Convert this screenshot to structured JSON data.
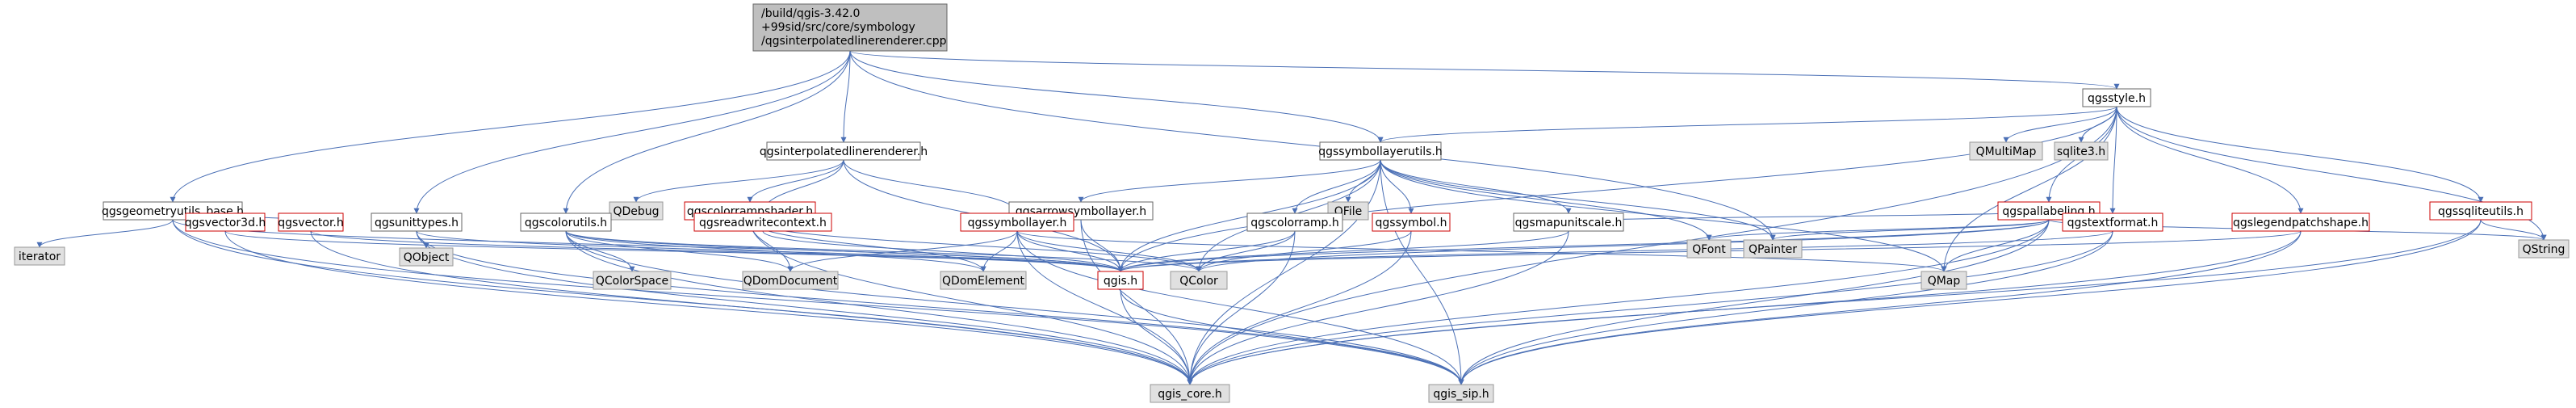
{
  "root": {
    "lines": [
      "/build/qgis-3.42.0",
      "+99sid/src/core/symbology",
      "/qgsinterpolatedlinerenderer.cpp"
    ]
  },
  "colors": {
    "edge": "#4a6fb5",
    "node_fill": "#ffffff",
    "node_border": "#666666",
    "external_fill": "#e0e0e0",
    "external_border": "#999999",
    "truncated_border": "#cc0000",
    "root_fill": "#bfbfbf",
    "text": "#000000"
  },
  "nodes": {
    "n_style": {
      "label": "qgsstyle.h",
      "kind": "normal"
    },
    "n_interp": {
      "label": "qgsinterpolatedlinerenderer.h",
      "kind": "normal"
    },
    "n_symlayerutils": {
      "label": "qgssymbollayerutils.h",
      "kind": "normal"
    },
    "n_geomutils": {
      "label": "qgsgeometryutils_base.h",
      "kind": "normal"
    },
    "n_iterator": {
      "label": "iterator",
      "kind": "external"
    },
    "n_vector3d": {
      "label": "qgsvector3d.h",
      "kind": "truncated"
    },
    "n_vector": {
      "label": "qgsvector.h",
      "kind": "truncated"
    },
    "n_unittypes": {
      "label": "qgsunittypes.h",
      "kind": "normal"
    },
    "n_qobject": {
      "label": "QObject",
      "kind": "external"
    },
    "n_qdebug": {
      "label": "QDebug",
      "kind": "external"
    },
    "n_colorrampshader": {
      "label": "qgscolorrampshader.h",
      "kind": "truncated"
    },
    "n_readwrite": {
      "label": "qgsreadwritecontext.h",
      "kind": "truncated"
    },
    "n_colorutils": {
      "label": "qgscolorutils.h",
      "kind": "normal"
    },
    "n_qcolorspace": {
      "label": "QColorSpace",
      "kind": "external"
    },
    "n_arrowsym": {
      "label": "qgsarrowsymbollayer.h",
      "kind": "normal"
    },
    "n_symlayer": {
      "label": "qgssymbollayer.h",
      "kind": "truncated"
    },
    "n_qdomdocument": {
      "label": "QDomDocument",
      "kind": "external"
    },
    "n_qdomelement": {
      "label": "QDomElement",
      "kind": "external"
    },
    "n_qfile": {
      "label": "QFile",
      "kind": "external"
    },
    "n_colorramp": {
      "label": "qgscolorramp.h",
      "kind": "normal"
    },
    "n_symbol": {
      "label": "qgssymbol.h",
      "kind": "truncated"
    },
    "n_qcolor": {
      "label": "QColor",
      "kind": "external"
    },
    "n_mapunitscale": {
      "label": "qgsmapunitscale.h",
      "kind": "normal"
    },
    "n_qgis": {
      "label": "qgis.h",
      "kind": "truncated"
    },
    "n_qmultimap": {
      "label": "QMultiMap",
      "kind": "external"
    },
    "n_sqlite3": {
      "label": "sqlite3.h",
      "kind": "external"
    },
    "n_pallabeling": {
      "label": "qgspallabeling.h",
      "kind": "truncated"
    },
    "n_qfont": {
      "label": "QFont",
      "kind": "external"
    },
    "n_qpainter": {
      "label": "QPainter",
      "kind": "external"
    },
    "n_textformat": {
      "label": "qgstextformat.h",
      "kind": "truncated"
    },
    "n_legendpatch": {
      "label": "qgslegendpatchshape.h",
      "kind": "truncated"
    },
    "n_sqliteutils": {
      "label": "qgssqliteutils.h",
      "kind": "truncated"
    },
    "n_qstring": {
      "label": "QString",
      "kind": "external"
    },
    "n_qmap": {
      "label": "QMap",
      "kind": "external"
    },
    "n_qgis_core": {
      "label": "qgis_core.h",
      "kind": "external"
    },
    "n_qgis_sip": {
      "label": "qgis_sip.h",
      "kind": "external"
    }
  },
  "edges": [
    [
      "root",
      "n_style"
    ],
    [
      "root",
      "n_interp"
    ],
    [
      "root",
      "n_symlayerutils"
    ],
    [
      "root",
      "n_geomutils"
    ],
    [
      "root",
      "n_unittypes"
    ],
    [
      "root",
      "n_colorutils"
    ],
    [
      "root",
      "n_qpainter"
    ],
    [
      "n_style",
      "n_symlayerutils"
    ],
    [
      "n_style",
      "n_qmultimap"
    ],
    [
      "n_style",
      "n_sqlite3"
    ],
    [
      "n_style",
      "n_pallabeling"
    ],
    [
      "n_style",
      "n_textformat"
    ],
    [
      "n_style",
      "n_legendpatch"
    ],
    [
      "n_style",
      "n_sqliteutils"
    ],
    [
      "n_style",
      "n_qstring"
    ],
    [
      "n_style",
      "n_qmap"
    ],
    [
      "n_style",
      "n_qgis_core"
    ],
    [
      "n_style",
      "n_qgis"
    ],
    [
      "n_interp",
      "n_qdebug"
    ],
    [
      "n_interp",
      "n_colorrampshader"
    ],
    [
      "n_interp",
      "n_readwrite"
    ],
    [
      "n_interp",
      "n_symlayer"
    ],
    [
      "n_interp",
      "n_qgis"
    ],
    [
      "n_symlayerutils",
      "n_arrowsym"
    ],
    [
      "n_symlayerutils",
      "n_qfile"
    ],
    [
      "n_symlayerutils",
      "n_colorramp"
    ],
    [
      "n_symlayerutils",
      "n_symbol"
    ],
    [
      "n_symlayerutils",
      "n_qcolor"
    ],
    [
      "n_symlayerutils",
      "n_mapunitscale"
    ],
    [
      "n_symlayerutils",
      "n_qfont"
    ],
    [
      "n_symlayerutils",
      "n_qpainter"
    ],
    [
      "n_symlayerutils",
      "n_qmap"
    ],
    [
      "n_symlayerutils",
      "n_qgis"
    ],
    [
      "n_symlayerutils",
      "n_qgis_core"
    ],
    [
      "n_symlayerutils",
      "n_qgis_sip"
    ],
    [
      "n_geomutils",
      "n_iterator"
    ],
    [
      "n_geomutils",
      "n_vector3d"
    ],
    [
      "n_geomutils",
      "n_vector"
    ],
    [
      "n_geomutils",
      "n_qgis_core"
    ],
    [
      "n_geomutils",
      "n_qgis_sip"
    ],
    [
      "n_geomutils",
      "n_qgis"
    ],
    [
      "n_vector3d",
      "n_qgis_core"
    ],
    [
      "n_vector3d",
      "n_qgis"
    ],
    [
      "n_vector",
      "n_qgis_core"
    ],
    [
      "n_vector",
      "n_qgis"
    ],
    [
      "n_unittypes",
      "n_qobject"
    ],
    [
      "n_unittypes",
      "n_qgis"
    ],
    [
      "n_unittypes",
      "n_qgis_core"
    ],
    [
      "n_unittypes",
      "n_qgis_sip"
    ],
    [
      "n_colorrampshader",
      "n_readwrite"
    ],
    [
      "n_colorrampshader",
      "n_qdomdocument"
    ],
    [
      "n_colorrampshader",
      "n_qdomelement"
    ],
    [
      "n_colorrampshader",
      "n_qcolor"
    ],
    [
      "n_colorrampshader",
      "n_qgis_core"
    ],
    [
      "n_readwrite",
      "n_qgis"
    ],
    [
      "n_colorutils",
      "n_qcolorspace"
    ],
    [
      "n_colorutils",
      "n_qdomdocument"
    ],
    [
      "n_colorutils",
      "n_qdomelement"
    ],
    [
      "n_colorutils",
      "n_qgis"
    ],
    [
      "n_colorutils",
      "n_qcolor"
    ],
    [
      "n_colorutils",
      "n_qgis_core"
    ],
    [
      "n_colorutils",
      "n_qgis_sip"
    ],
    [
      "n_arrowsym",
      "n_symlayer"
    ],
    [
      "n_arrowsym",
      "n_qgis"
    ],
    [
      "n_arrowsym",
      "n_qgis_core"
    ],
    [
      "n_symlayer",
      "n_qdomdocument"
    ],
    [
      "n_symlayer",
      "n_qdomelement"
    ],
    [
      "n_symlayer",
      "n_qgis"
    ],
    [
      "n_symlayer",
      "n_qcolor"
    ],
    [
      "n_symlayer",
      "n_qmap"
    ],
    [
      "n_symlayer",
      "n_qgis_core"
    ],
    [
      "n_symlayer",
      "n_qgis_sip"
    ],
    [
      "n_colorramp",
      "n_qcolor"
    ],
    [
      "n_colorramp",
      "n_qgis_core"
    ],
    [
      "n_colorramp",
      "n_qgis"
    ],
    [
      "n_symbol",
      "n_qgis_core"
    ],
    [
      "n_symbol",
      "n_qcolor"
    ],
    [
      "n_mapunitscale",
      "n_qgis"
    ],
    [
      "n_mapunitscale",
      "n_qgis_core"
    ],
    [
      "n_qgis",
      "n_qgis_core"
    ],
    [
      "n_qgis",
      "n_qgis_sip"
    ],
    [
      "n_pallabeling",
      "n_qfont"
    ],
    [
      "n_pallabeling",
      "n_qpainter"
    ],
    [
      "n_pallabeling",
      "n_textformat"
    ],
    [
      "n_pallabeling",
      "n_qstring"
    ],
    [
      "n_pallabeling",
      "n_mapunitscale"
    ],
    [
      "n_pallabeling",
      "n_qmap"
    ],
    [
      "n_pallabeling",
      "n_qgis"
    ],
    [
      "n_pallabeling",
      "n_qgis_core"
    ],
    [
      "n_pallabeling",
      "n_qgis_sip"
    ],
    [
      "n_pallabeling",
      "n_qcolor"
    ],
    [
      "n_textformat",
      "n_qgis"
    ],
    [
      "n_textformat",
      "n_qgis_core"
    ],
    [
      "n_textformat",
      "n_qgis_sip"
    ],
    [
      "n_legendpatch",
      "n_qgis"
    ],
    [
      "n_legendpatch",
      "n_qgis_core"
    ],
    [
      "n_legendpatch",
      "n_qgis_sip"
    ],
    [
      "n_sqliteutils",
      "n_qstring"
    ],
    [
      "n_sqliteutils",
      "n_qgis_core"
    ],
    [
      "n_sqliteutils",
      "n_qgis_sip"
    ]
  ]
}
